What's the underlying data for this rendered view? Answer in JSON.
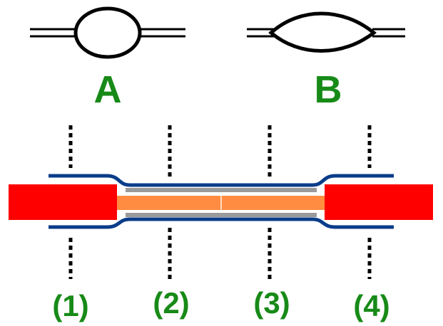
{
  "shapes": {
    "a": {
      "label": "A",
      "shape": "circle"
    },
    "b": {
      "label": "B",
      "shape": "lens"
    }
  },
  "positions": [
    {
      "label": "(1)"
    },
    {
      "label": "(2)"
    },
    {
      "label": "(3)"
    },
    {
      "label": "(4)"
    }
  ],
  "colors": {
    "label_green": "#178a17",
    "outline": "#000000",
    "sheath_blue": "#0a3d8a",
    "conductor_red": "#ff0000",
    "core_orange": "#ff8c40",
    "band_gray": "#9a9a9a"
  }
}
